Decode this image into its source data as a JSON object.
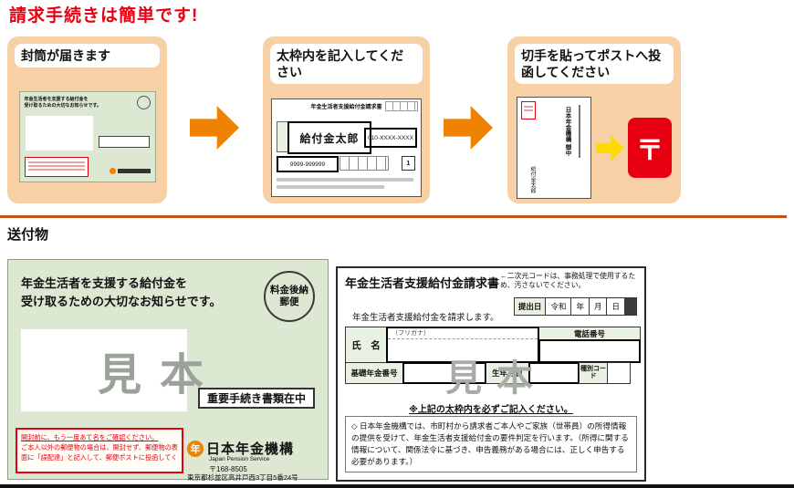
{
  "title": "請求手続きは簡単です!",
  "steps": [
    {
      "label": "封筒が届きます"
    },
    {
      "label": "太枠内を記入してください"
    },
    {
      "label": "切手を貼ってポストへ投函してください"
    }
  ],
  "step2_form": {
    "title": "年金生活者支援給付金請求書",
    "sample_name": "給付金太郎",
    "sample_phone": "010-XXXX-XXXX",
    "sample_number": "9999-999999",
    "page_badge": "1"
  },
  "step3_mail": {
    "recipient": "日本年金機構 御中",
    "sender_name": "給付金太郎",
    "post_symbol": "〒"
  },
  "sent_heading": "送付物",
  "envelope": {
    "headline_line1": "年金生活者を支援する給付金を",
    "headline_line2": "受け取るための大切なお知らせです。",
    "postage_line1": "料金後納",
    "postage_line2": "郵便",
    "sample_watermark": "見本",
    "important_docs": "重要手続き書類在中",
    "warning_line1": "開封前に、もう一度あて名をご確認ください。",
    "warning_line2": "ご本人以外の郵便物の場合は、開封せず、郵便物の表",
    "warning_line3": "面に「誤配達」と記入して、郵便ポストに投函してください。",
    "org_symbol": "年",
    "org_name": "日本年金機構",
    "org_name_en": "Japan Pension Service",
    "postal_code": "〒168-8505",
    "address": "東京都杉並区高井戸西3丁目5番24号"
  },
  "form": {
    "title": "年金生活者支援給付金請求書",
    "qr_note": "←二次元コードは、事務処理で使用するため、汚さないでください。",
    "claim_statement": "年金生活者支援給付金を請求します。",
    "submit_label": "提出日",
    "era_label": "令和",
    "year_label": "年",
    "month_label": "月",
    "day_label": "日",
    "furigana_label": "（フリガナ）",
    "name_label": "氏　名",
    "phone_label": "電話番号",
    "pension_number_label": "基礎年金番号",
    "birth_label": "生年月日",
    "type_code_label": "種別コード",
    "sample_watermark": "見本",
    "bold_note": "※上記の太枠内を必ずご記入ください。",
    "info_note": "◇ 日本年金機構では、市町村から請求者ご本人やご家族（世帯員）の所得情報の提供を受けて、年金生活者支援給付金の要件判定を行います。（所得に関する情報について、関係法令に基づき、申告義務がある場合には、正しく申告する必要があります。）"
  },
  "colors": {
    "accent_red": "#e60012",
    "step_bg": "#f7d0a5",
    "arrow_orange": "#ef8200",
    "yellow_arrow": "#ffd900",
    "envelope_green": "#dce8d2",
    "divider": "#c35214",
    "post_red": "#e60012"
  }
}
